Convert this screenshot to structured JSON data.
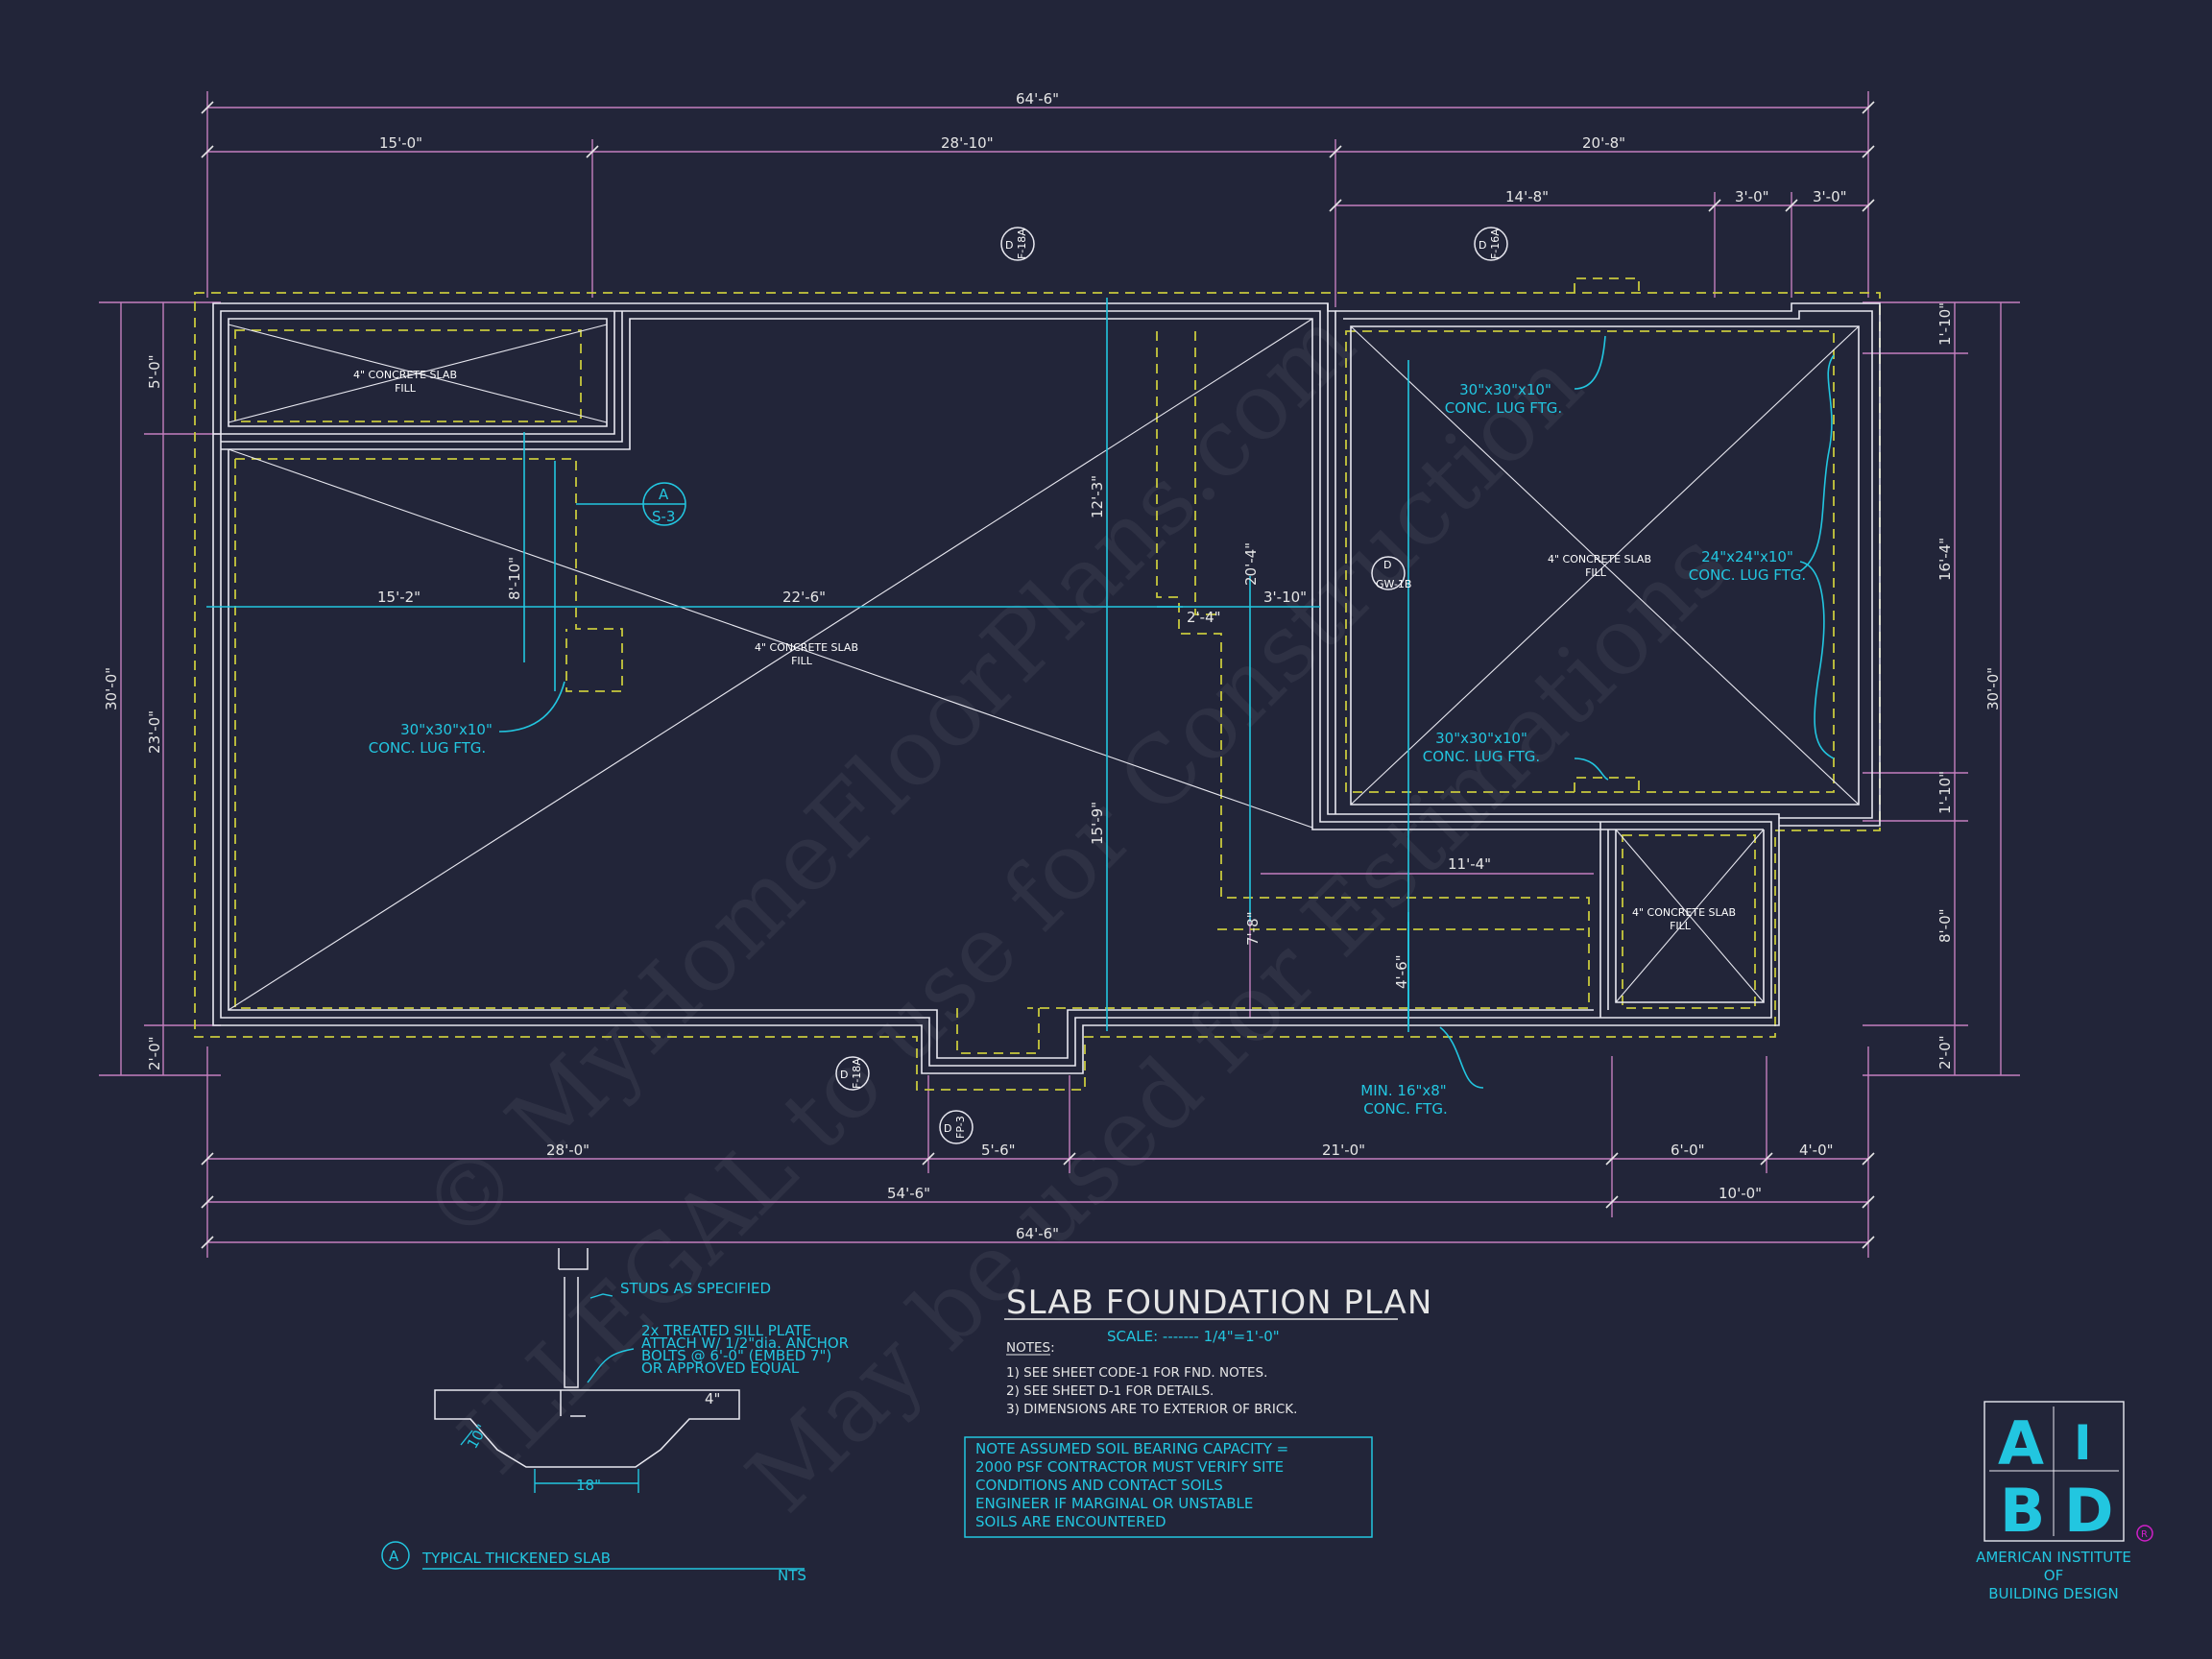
{
  "dimensions": {
    "top_overall": "64'-6\"",
    "top_a": "15'-0\"",
    "top_b": "28'-10\"",
    "top_c": "20'-8\"",
    "top_d": "14'-8\"",
    "top_e": "3'-0\"",
    "top_f": "3'-0\"",
    "bot_a": "28'-0\"",
    "bot_b": "5'-6\"",
    "bot_c": "21'-0\"",
    "bot_d": "6'-0\"",
    "bot_e": "4'-0\"",
    "bot_f": "54'-6\"",
    "bot_g": "10'-0\"",
    "bot_overall": "64'-6\"",
    "left_overall": "30'-0\"",
    "left_a": "5'-0\"",
    "left_b": "23'-0\"",
    "left_c": "2'-0\"",
    "right_overall": "30'-0\"",
    "right_a": "1'-10\"",
    "right_b": "16'-4\"",
    "right_c": "1'-10\"",
    "right_d": "8'-0\"",
    "right_e": "2'-0\"",
    "int_a": "15'-2\"",
    "int_b": "22'-6\"",
    "int_c": "2'-4\"",
    "int_d": "3'-10\"",
    "int_e": "8'-10\"",
    "int_f": "12'-3\"",
    "int_g": "15'-9\"",
    "int_h": "20'-4\"",
    "int_i": "11'-4\"",
    "int_j": "7'-8\"",
    "int_k": "4'-6\""
  },
  "labels": {
    "slab_fill_line1": "4\" CONCRETE SLAB",
    "slab_fill_line2": "FILL",
    "lug30_line1": "30\"x30\"x10\"",
    "lug_line2": "CONC. LUG FTG.",
    "lug24_line1": "24\"x24\"x10\"",
    "min_ftg_line1": "MIN. 16\"x8\"",
    "min_ftg_line2": "CONC. FTG."
  },
  "markers": {
    "d_letter": "D",
    "a_letter": "A",
    "ref_f18a": "F-18A",
    "ref_f16a": "F-16A",
    "ref_gw1b": "GW-1B",
    "ref_fp3": "FP-3",
    "ref_s3": "S-3"
  },
  "title_block": {
    "title": "SLAB FOUNDATION PLAN",
    "scale": "SCALE: ------- 1/4\"=1'-0\"",
    "notes_heading": "NOTES:",
    "notes": [
      "1) SEE SHEET CODE-1 FOR FND. NOTES.",
      "2) SEE SHEET D-1 FOR DETAILS.",
      "3) DIMENSIONS ARE TO EXTERIOR OF BRICK."
    ],
    "soil_note": [
      "NOTE ASSUMED SOIL BEARING CAPACITY =",
      "2000 PSF CONTRACTOR MUST VERIFY SITE",
      "CONDITIONS AND CONTACT SOILS",
      "ENGINEER IF MARGINAL OR UNSTABLE",
      "SOILS ARE ENCOUNTERED"
    ]
  },
  "detail": {
    "studs": "STUDS AS SPECIFIED",
    "sill": [
      "2x TREATED SILL PLATE",
      "ATTACH W/ 1/2\"dia. ANCHOR",
      "BOLTS @ 6'-0\" (EMBED 7\")",
      "OR APPROVED EQUAL"
    ],
    "dim_18": "18\"",
    "dim_10": "10\"",
    "dim_4": "4\"",
    "title": "TYPICAL THICKENED SLAB",
    "marker": "A",
    "nts": "NTS"
  },
  "logo": {
    "a": "A",
    "i": "I",
    "b": "B",
    "d": "D",
    "registered": "R",
    "line1": "AMERICAN INSTITUTE",
    "line2": "OF",
    "line3": "BUILDING DESIGN"
  },
  "watermark": {
    "line1": "© MyHomeFloorPlans.com",
    "line2": "ILLEGAL to use for Construction",
    "line3": "May be used for Estimations"
  },
  "colors": {
    "background": "#222539",
    "walls": "#e8e8f0",
    "footing_dash": "#c8c83c",
    "cyan": "#22c6e0",
    "dim_line": "#c47fbf"
  }
}
